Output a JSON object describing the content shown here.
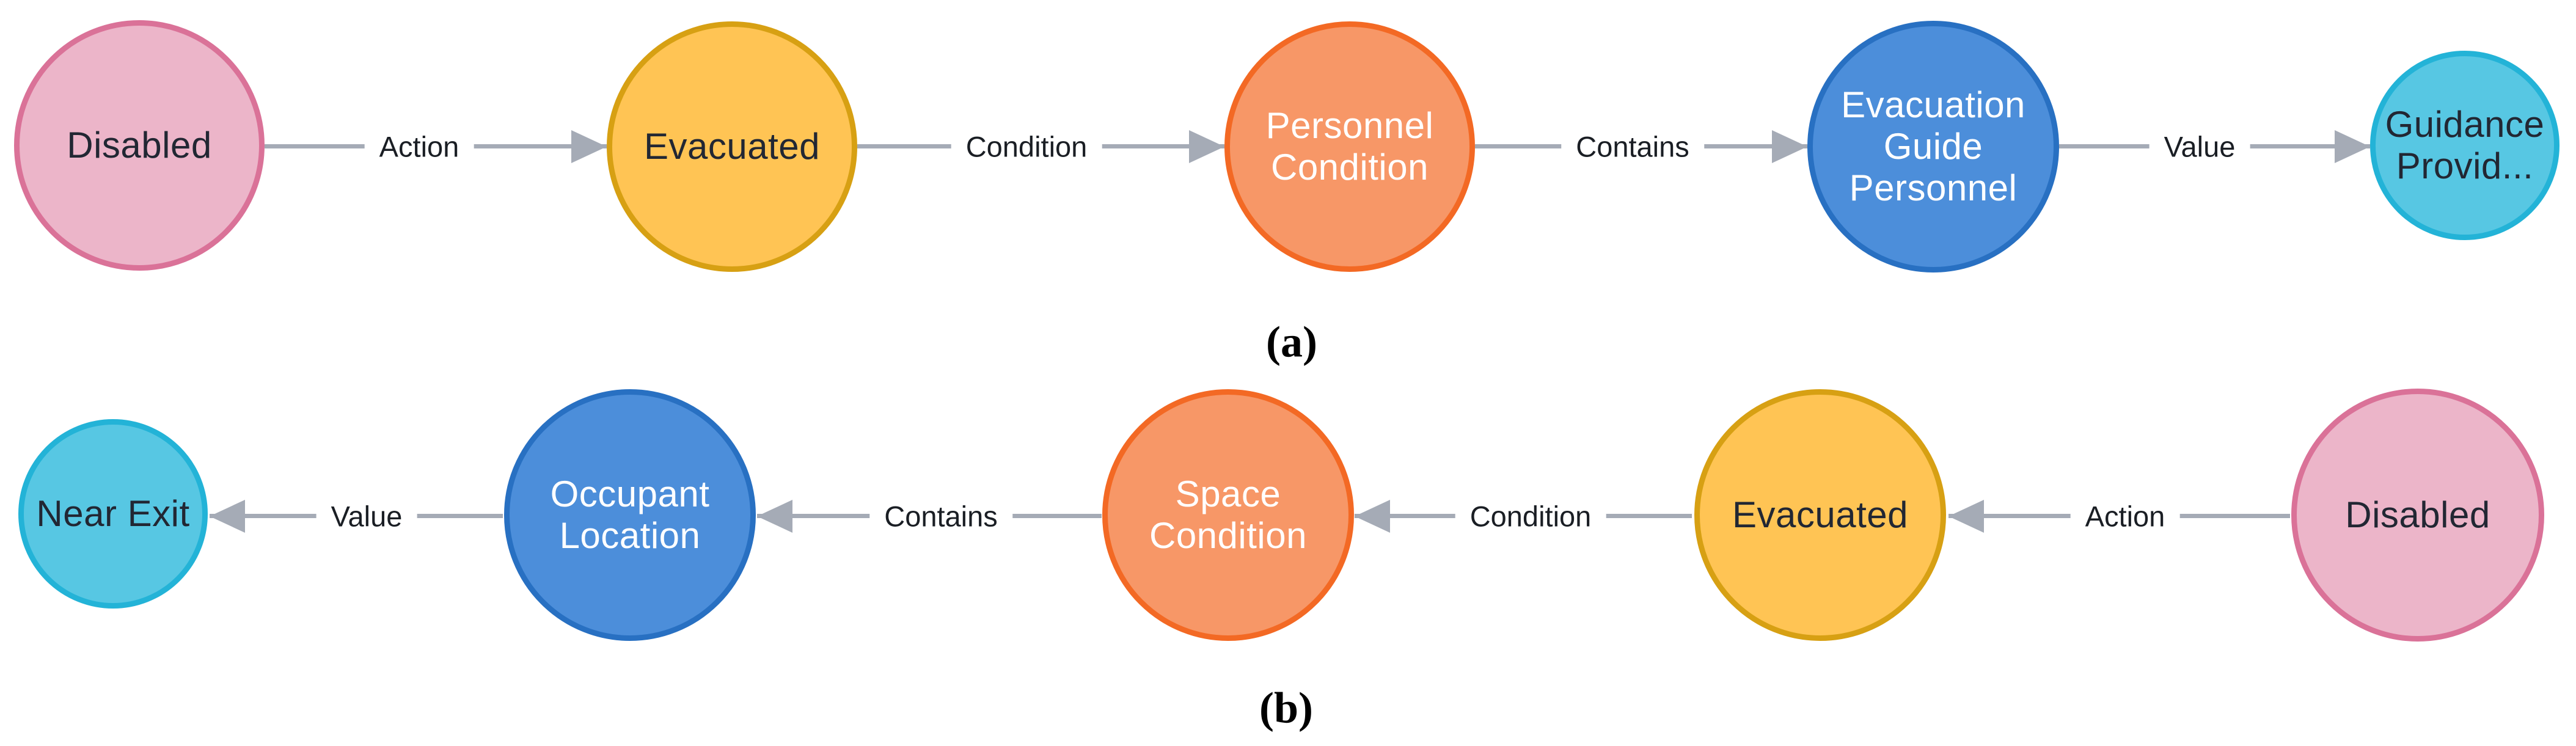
{
  "figure": {
    "caption_a": "(a)",
    "caption_b": "(b)"
  },
  "palette": {
    "pink": {
      "fill": "#ECB5C9",
      "stroke": "#DA7298"
    },
    "yellow": {
      "fill": "#FFC454",
      "stroke": "#D7A013"
    },
    "orange": {
      "fill": "#F79767",
      "stroke": "#F36924"
    },
    "blue": {
      "fill": "#4C8EDA",
      "stroke": "#2870C2"
    },
    "cyan": {
      "fill": "#57C7E3",
      "stroke": "#23B3D7"
    },
    "edge_color": "#A5ABB6",
    "node_text_dark": "#222733",
    "node_text_light": "#FFFFFF",
    "edge_label_text": "#1A1E24"
  },
  "graph_a": {
    "nodes": [
      {
        "label": "Disabled",
        "color": "pink"
      },
      {
        "label": "Evacuated",
        "color": "yellow"
      },
      {
        "label": "Personnel\nCondition",
        "color": "orange"
      },
      {
        "label": "Evacuation\nGuide\nPersonnel",
        "color": "blue"
      },
      {
        "label": "Guidance\nProvid...",
        "color": "cyan"
      }
    ],
    "edges": [
      {
        "label": "Action",
        "from": "Disabled",
        "to": "Evacuated",
        "direction": "right"
      },
      {
        "label": "Condition",
        "from": "Evacuated",
        "to": "Personnel Condition",
        "direction": "right"
      },
      {
        "label": "Contains",
        "from": "Personnel Condition",
        "to": "Evacuation Guide Personnel",
        "direction": "right"
      },
      {
        "label": "Value",
        "from": "Evacuation Guide Personnel",
        "to": "Guidance Provid...",
        "direction": "right"
      }
    ]
  },
  "graph_b": {
    "nodes": [
      {
        "label": "Near Exit",
        "color": "cyan"
      },
      {
        "label": "Occupant\nLocation",
        "color": "blue"
      },
      {
        "label": "Space\nCondition",
        "color": "orange"
      },
      {
        "label": "Evacuated",
        "color": "yellow"
      },
      {
        "label": "Disabled",
        "color": "pink"
      }
    ],
    "edges": [
      {
        "label": "Value",
        "from": "Occupant Location",
        "to": "Near Exit",
        "direction": "left"
      },
      {
        "label": "Contains",
        "from": "Space Condition",
        "to": "Occupant Location",
        "direction": "left"
      },
      {
        "label": "Condition",
        "from": "Evacuated",
        "to": "Space Condition",
        "direction": "left"
      },
      {
        "label": "Action",
        "from": "Disabled",
        "to": "Evacuated",
        "direction": "left"
      }
    ]
  }
}
